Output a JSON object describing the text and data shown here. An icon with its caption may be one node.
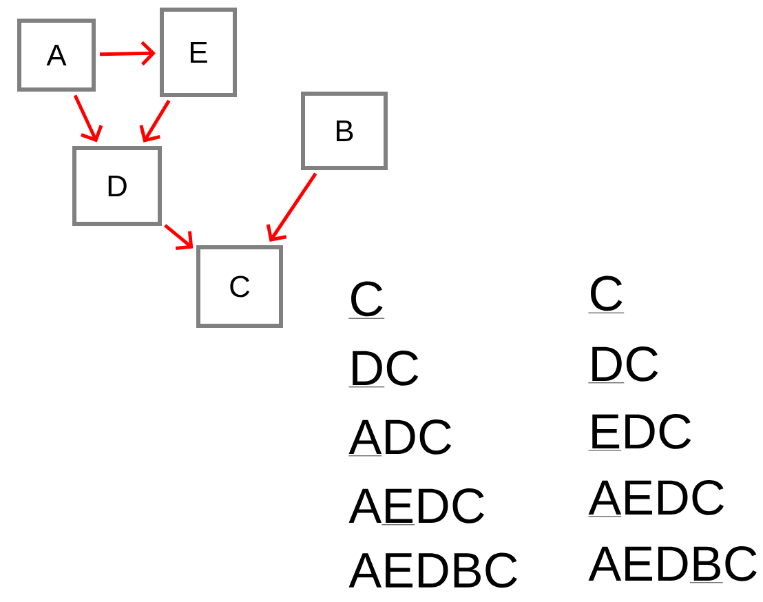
{
  "diagram": {
    "nodes": [
      {
        "text": [
          "A"
        ]
      },
      {
        "text": [
          "E"
        ]
      },
      {
        "text": [
          "D"
        ]
      },
      {
        "text": [
          "B"
        ]
      },
      {
        "text": [
          "C"
        ]
      }
    ],
    "edges": [
      {
        "from": 0,
        "to": 1,
        "arrow": "to"
      },
      {
        "from": 0,
        "to": 2,
        "arrow": "to"
      },
      {
        "from": 1,
        "to": 2,
        "arrow": "to"
      },
      {
        "from": 2,
        "to": 4,
        "arrow": "to"
      },
      {
        "from": 3,
        "to": 4,
        "arrow": "to"
      }
    ],
    "labels": [
      "C",
      "C",
      "DC",
      "DC",
      "ADC",
      "EDC",
      "AEDC",
      "AEDC",
      "AEDBC",
      "AEDBC"
    ]
  }
}
